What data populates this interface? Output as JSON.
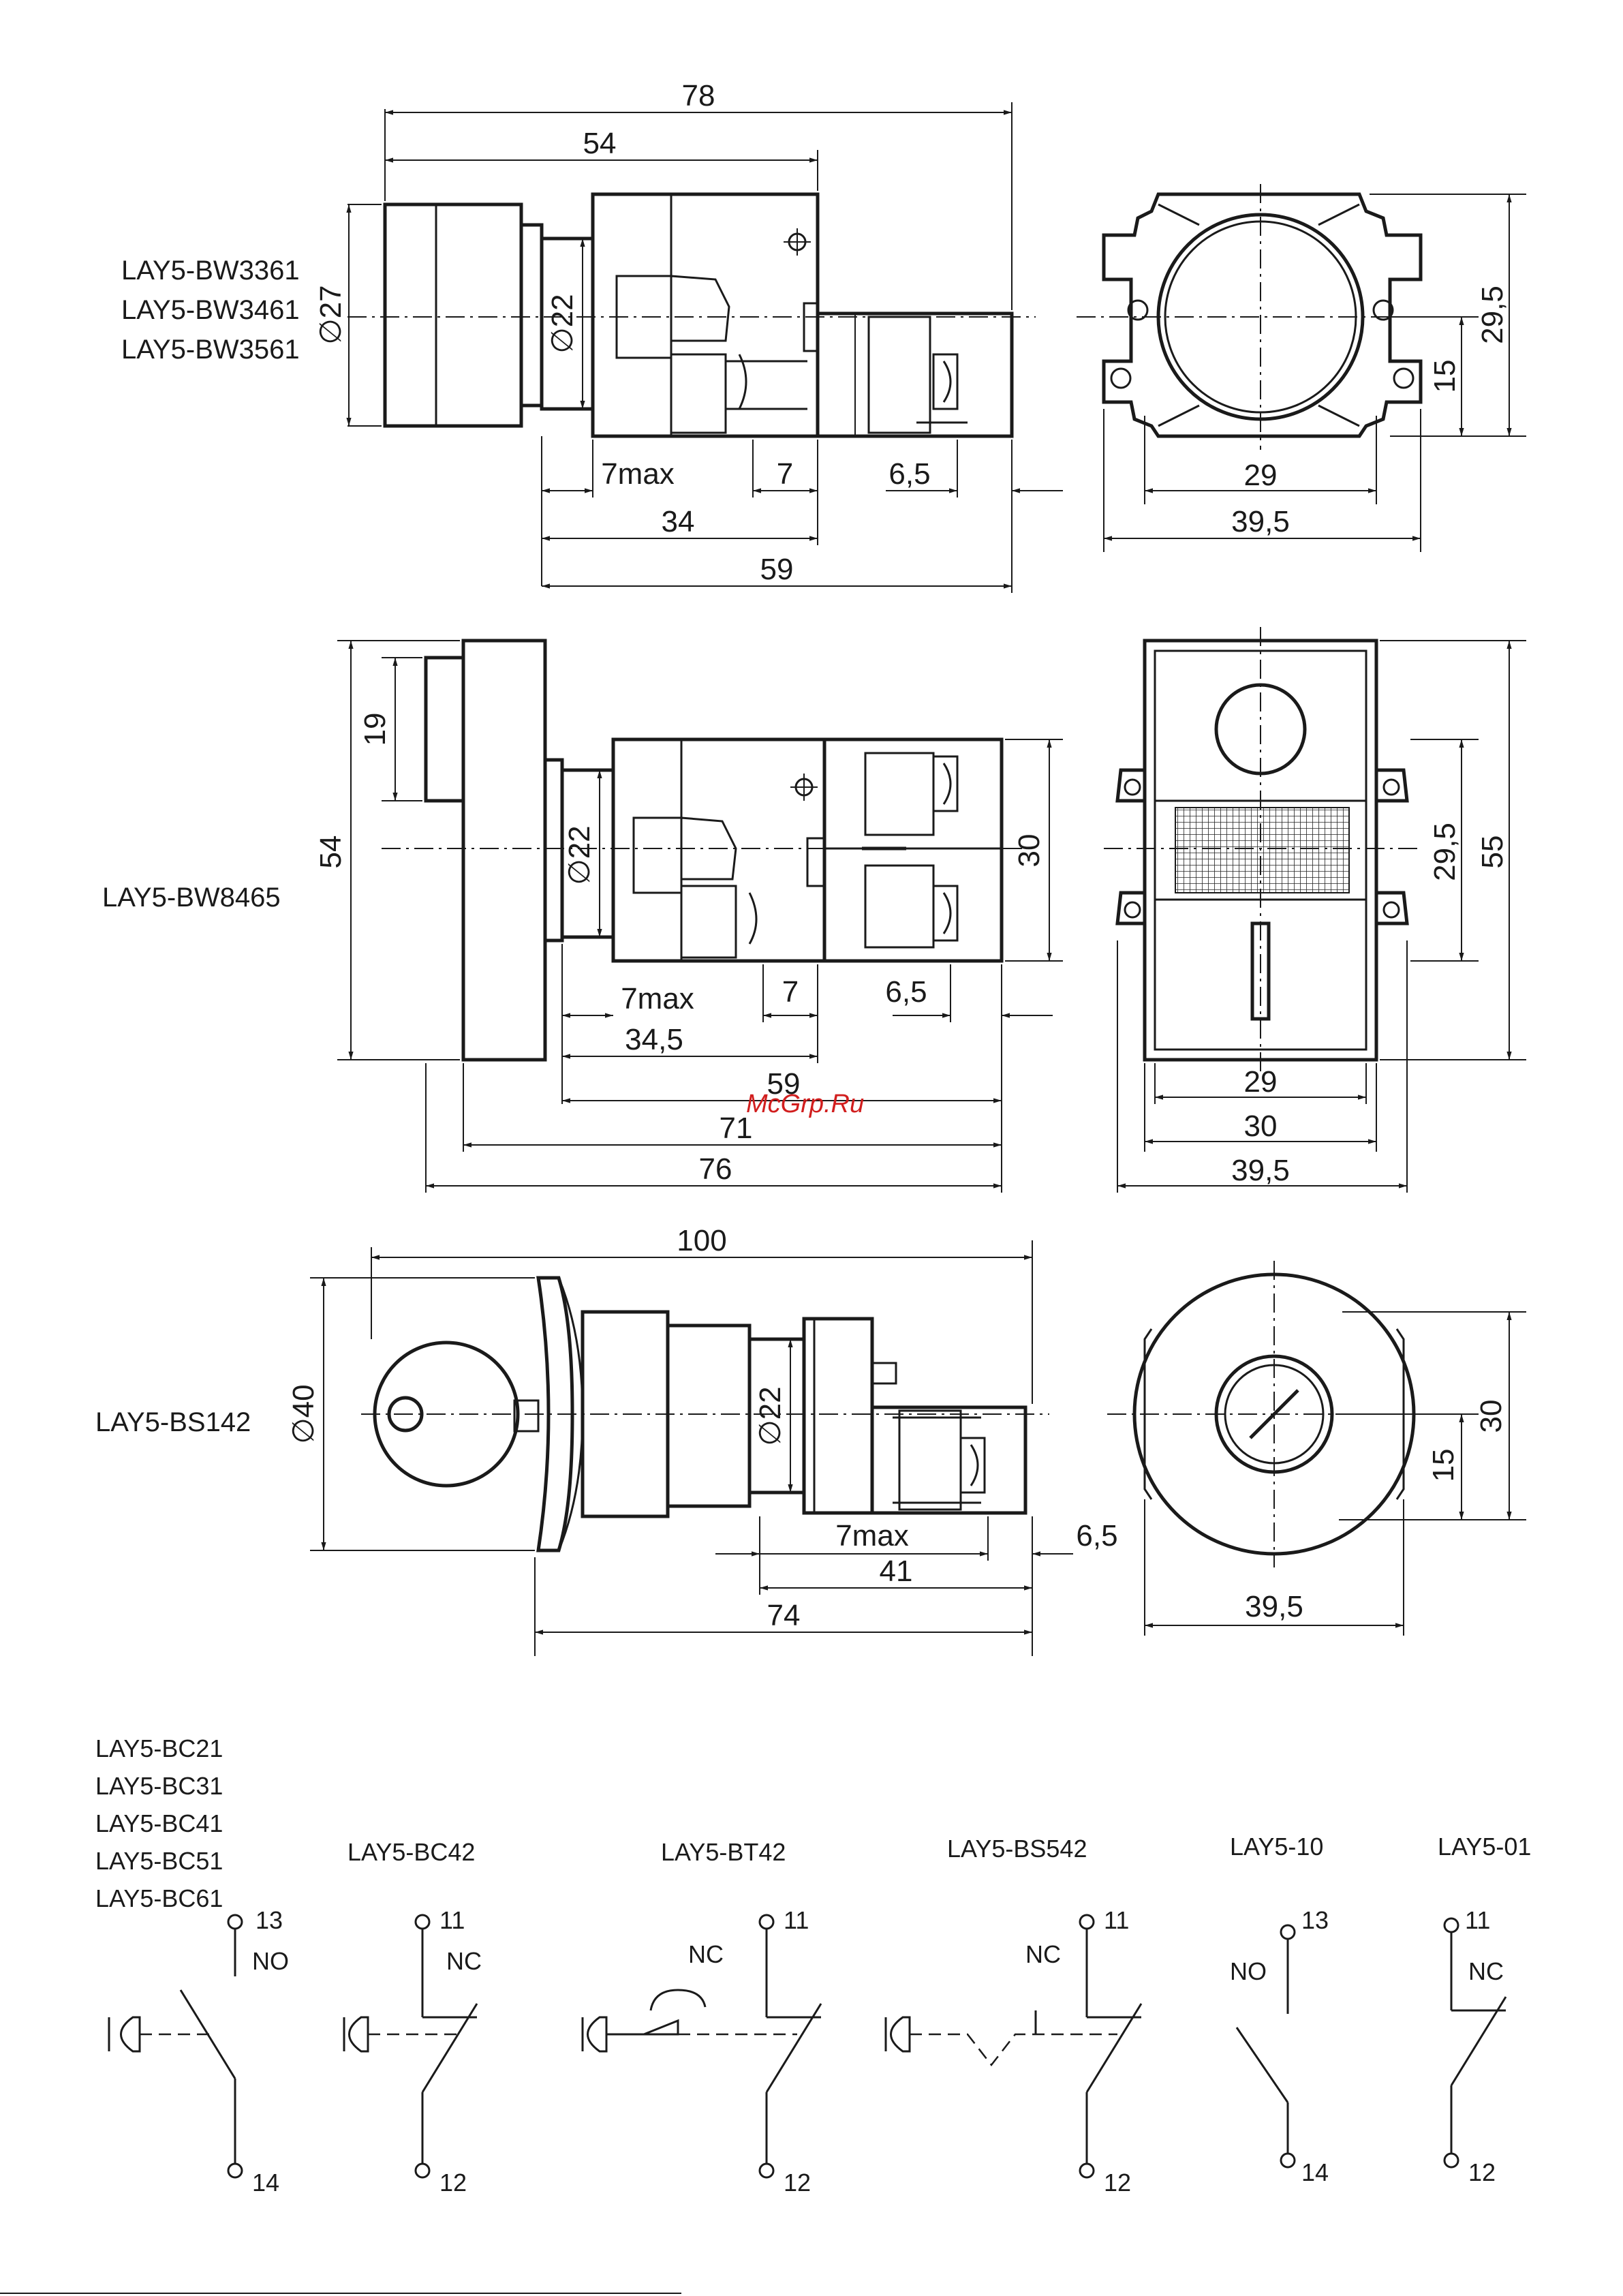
{
  "watermark": "McGrp.Ru",
  "views": {
    "bw3361": {
      "models": [
        "LAY5-BW3361",
        "LAY5-BW3461",
        "LAY5-BW3561"
      ],
      "dims": {
        "overall": "78",
        "head": "54",
        "button_dia": "∅27",
        "panel_dia": "∅22",
        "max7": "7max",
        "seven": "7",
        "six5": "6,5",
        "d34": "34",
        "d59": "59",
        "front_29": "29",
        "front_395": "39,5",
        "front_15": "15",
        "front_295": "29,5"
      }
    },
    "bw8465": {
      "models": [
        "LAY5-BW8465"
      ],
      "dims": {
        "height54": "54",
        "d19": "19",
        "panel_dia": "∅22",
        "d30": "30",
        "max7": "7max",
        "seven": "7",
        "six5": "6,5",
        "d345": "34,5",
        "d59": "59",
        "d71": "71",
        "d76": "76",
        "front_29": "29",
        "front_30": "30",
        "front_395": "39,5",
        "front_295": "29,5",
        "front_55": "55"
      }
    },
    "bs142": {
      "models": [
        "LAY5-BS142"
      ],
      "dims": {
        "overall": "100",
        "dia40": "∅40",
        "panel_dia": "∅22",
        "max7": "7max",
        "six5": "6,5",
        "d41": "41",
        "d74": "74",
        "front_395": "39,5",
        "front_15": "15",
        "front_30": "30"
      }
    }
  },
  "schematics": [
    {
      "models": [
        "LAY5-BC21",
        "LAY5-BC31",
        "LAY5-BC41",
        "LAY5-BC51",
        "LAY5-BC61"
      ],
      "contact": "NO",
      "top": "13",
      "bottom": "14"
    },
    {
      "models": [
        "LAY5-BC42"
      ],
      "contact": "NC",
      "top": "11",
      "bottom": "12"
    },
    {
      "models": [
        "LAY5-BT42"
      ],
      "contact": "NC",
      "top": "11",
      "bottom": "12"
    },
    {
      "models": [
        "LAY5-BS542"
      ],
      "contact": "NC",
      "top": "11",
      "bottom": "12"
    },
    {
      "models": [
        "LAY5-10"
      ],
      "contact": "NO",
      "top": "13",
      "bottom": "14"
    },
    {
      "models": [
        "LAY5-01"
      ],
      "contact": "NC",
      "top": "11",
      "bottom": "12"
    }
  ]
}
